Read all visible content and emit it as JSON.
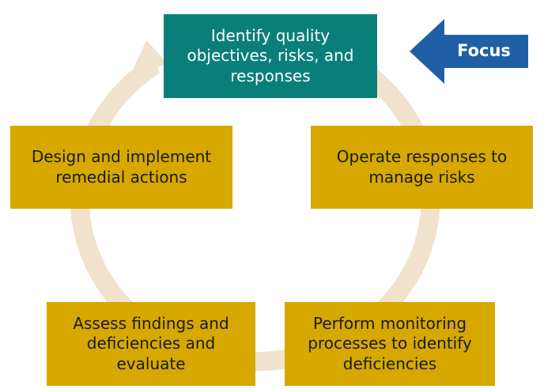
{
  "diagram": {
    "steps": [
      {
        "id": "identify",
        "text": "Identify quality objectives, risks, and responses",
        "highlighted": true
      },
      {
        "id": "operate",
        "text": "Operate responses to manage risks"
      },
      {
        "id": "perform",
        "text": "Perform monitoring processes to identify deficiencies"
      },
      {
        "id": "assess",
        "text": "Assess findings and deficiencies and evaluate"
      },
      {
        "id": "design",
        "text": "Design and implement remedial actions"
      }
    ],
    "callout": {
      "label": "Focus",
      "points_to": "identify"
    },
    "colors": {
      "highlight_box": "#0a7f7a",
      "step_box": "#d6a800",
      "ring": "#f0e2cc",
      "callout_arrow": "#1f5fa6",
      "highlight_text": "#ffffff",
      "step_text": "#1a1a1a"
    }
  }
}
